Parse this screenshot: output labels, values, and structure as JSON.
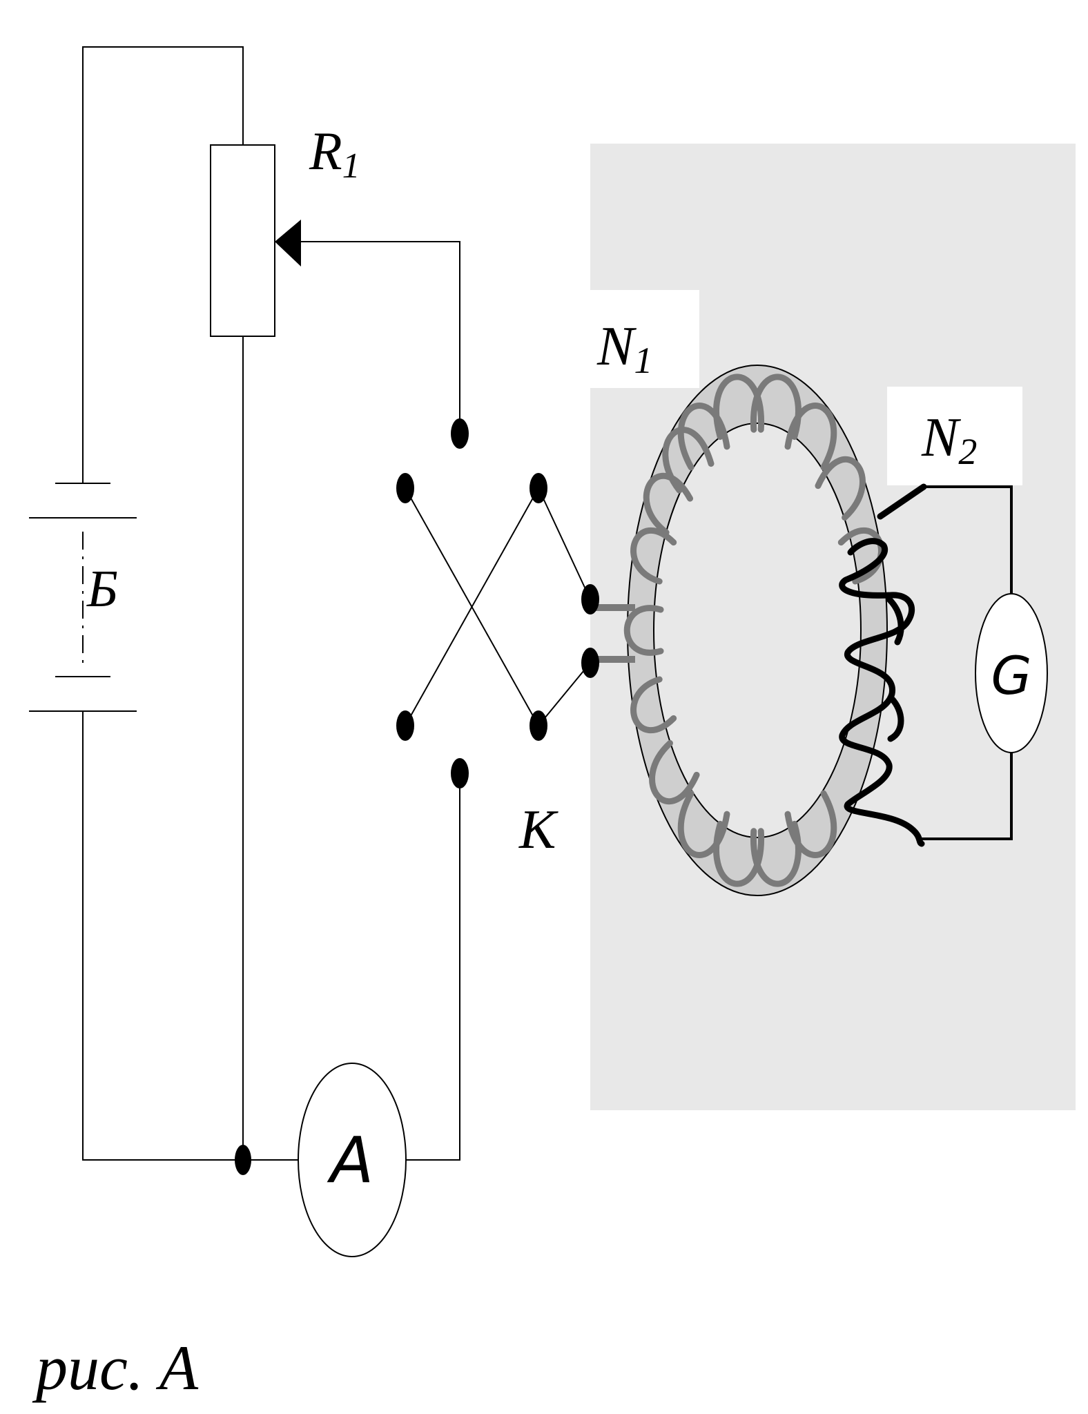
{
  "labels": {
    "resistor": "R",
    "resistor_sub": "1",
    "primary": "N",
    "primary_sub": "1",
    "secondary": "N",
    "secondary_sub": "2",
    "battery": "Б",
    "switch": "К",
    "ammeter": "A",
    "galvanometer": "G",
    "caption": "рис. А"
  },
  "colors": {
    "background_panel": "#e8e8e8",
    "toroid": "#cfcfcf",
    "primary_coil": "#7a7a7a",
    "secondary_coil": "#000000",
    "wire": "#000000"
  }
}
